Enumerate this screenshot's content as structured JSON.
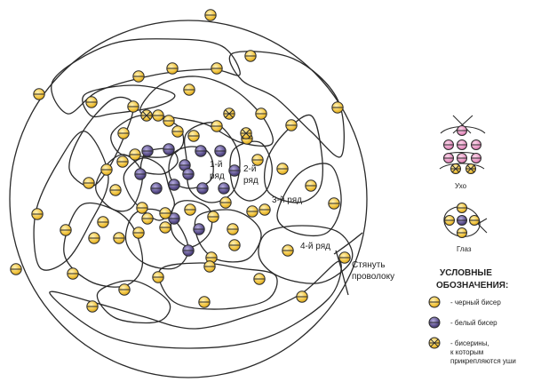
{
  "rows": {
    "row1_line1": "1-й",
    "row1_line2": "ряд",
    "row2_line1": "2-й",
    "row2_line2": "ряд",
    "row3": "3-й ряд",
    "row4": "4-й ряд"
  },
  "callout": {
    "line1": "Стянуть",
    "line2": "проволоку"
  },
  "details": {
    "ear": "Ухо",
    "eye": "Глаз"
  },
  "legend": {
    "title_line1": "УСЛОВНЫЕ",
    "title_line2": "ОБОЗНАЧЕНИЯ:",
    "black": "- черный бисер",
    "white": "- белый бисер",
    "attach_line1": "- бисерины,",
    "attach_line2": "к которым",
    "attach_line3": "прикрепляются уши"
  },
  "colors": {
    "black_bead": "#f2c94c",
    "white_bead": "#5b4f8c",
    "ear_bead": "#e58fbf",
    "line": "#2a2a2a"
  }
}
